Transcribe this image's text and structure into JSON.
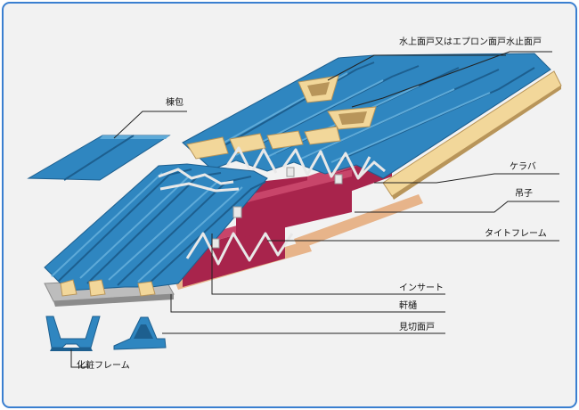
{
  "colors": {
    "background": "#f2f2f2",
    "frame": "#3a7fd0",
    "sheet": "#2f86c0",
    "sheet_light": "#5eaad8",
    "sheet_dark": "#1d5f8f",
    "closure": "#f2d79a",
    "closure_dark": "#b8955a",
    "beam": "#a8244c",
    "beam_light": "#c8456a",
    "base": "#e7b48a",
    "gutter": "#bdbdbd",
    "steel": "#e8e8e8",
    "leader": "#222222"
  },
  "labels": {
    "mizukami_mendo": "水上面戸又はエプロン面戸",
    "mizudome_mendo": "水止面戸",
    "munatsutsumi": "棟包",
    "keraba": "ケラバ",
    "tsurigo": "吊子",
    "tight_frame": "タイトフレーム",
    "insert": "インサート",
    "nokidoi": "軒樋",
    "mikiri_mendo": "見切面戸",
    "kesho_frame": "化粧フレーム"
  }
}
